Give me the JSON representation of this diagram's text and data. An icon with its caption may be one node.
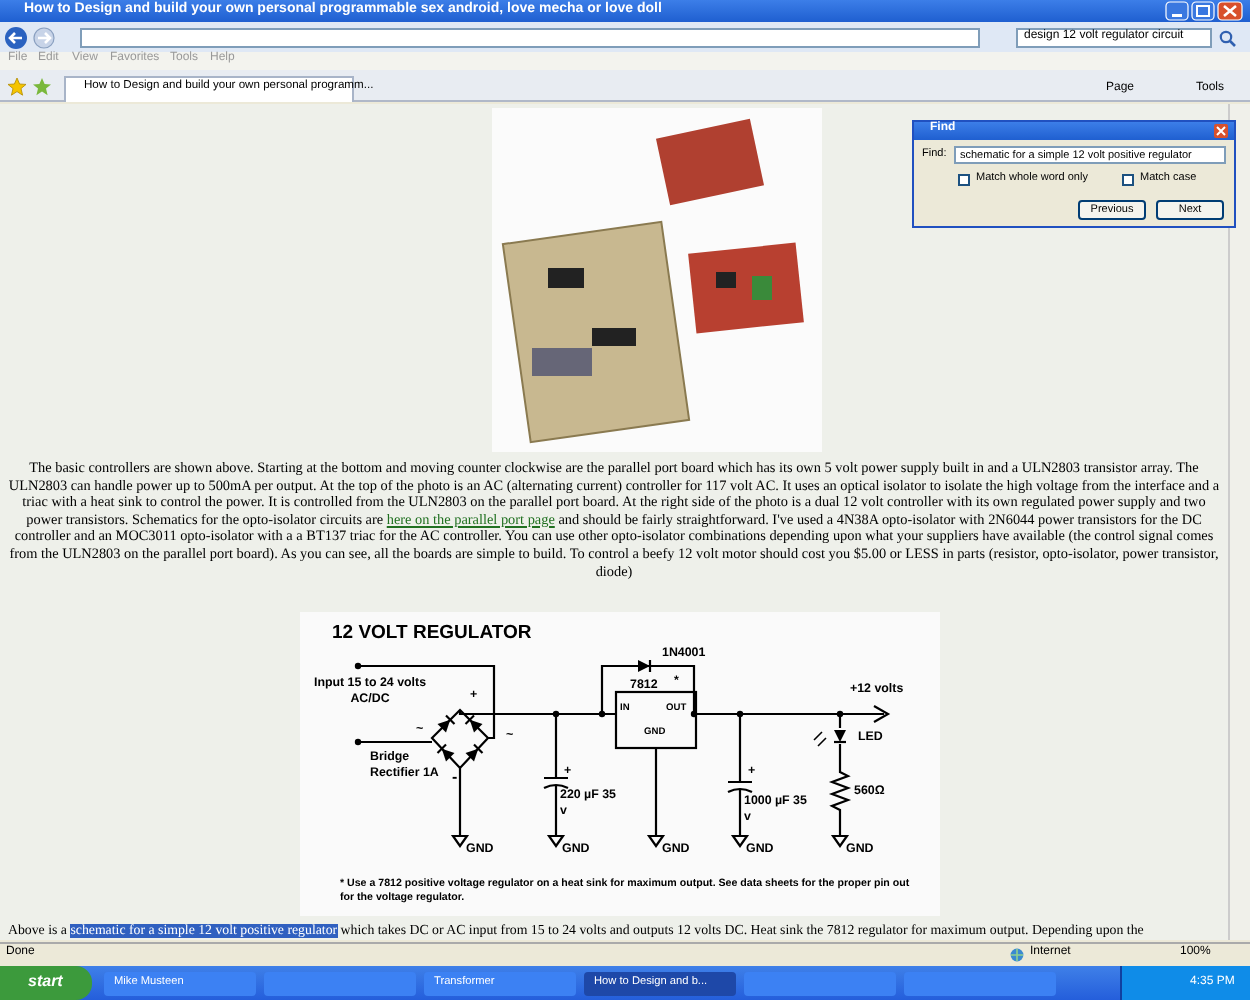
{
  "diagram": {
    "labels": [
      "How to Design and build your own personal programmable sex android, love mecha or love doll",
      "design 12 volt regulator circuit",
      "File",
      "Edit",
      "View",
      "Favorites",
      "Tools",
      "Help",
      "How to Design and build your own personal programm...",
      "Page",
      "Tools",
      "Find",
      "Find:",
      "schematic for a simple 12 volt positive regulator",
      "Match whole word only",
      "Match case",
      "Previous",
      "Next",
      "The basic controllers are shown above. Starting at the bottom and moving counter clockwise are the parallel port board which has its own 5 volt power supply built in and a ULN2803 transistor array. The ULN2803 can handle power up to 500mA per output. At the top of the photo is an AC (alternating current) controller for 117 volt AC. It uses an optical isolator to isolate the high voltage from the interface and a triac with a heat sink to control the power. It is controlled from the ULN2803 on the parallel port board. At the right side of the photo is a dual 12 volt controller with its own regulated power supply and two power transistors. Schematics for the opto-isolator circuits are",
      "here on the parallel port page",
      "and should be fairly straightforward. I've used a 4N38A opto-isolator with 2N6044 power transistors for the DC controller and an MOC3011 opto-isolator with a a BT137 triac for the AC controller. You can use other opto-isolator combinations depending upon what your suppliers have available (the control signal comes from the ULN2803 on the parallel port board). As you can see, all the boards are simple to build. To control a beefy 12 volt motor should cost you $5.00 or LESS in parts (resistor, opto-isolator, power transistor, diode)",
      "12 VOLT REGULATOR",
      "Input 15 to 24 volts AC/DC",
      "+",
      "~",
      "~",
      "-",
      "Bridge Rectifier 1A",
      "1N4001",
      "7812",
      "*",
      "IN",
      "OUT",
      "GND",
      "+",
      "220 µF 35 v",
      "+",
      "1000 µF 35 v",
      "+12 volts",
      "LED",
      "560Ω",
      "GND",
      "GND",
      "GND",
      "GND",
      "GND",
      "* Use a 7812 positive voltage regulator on a heat sink for maximum output. See data sheets for the proper pin out for the voltage regulator.",
      "Above is a",
      "schematic for a simple 12 volt positive regulator",
      "which takes DC or AC input from 15 to 24 volts and outputs 12 volts DC. Heat sink the 7812 regulator for maximum output. Depending upon the",
      "Done",
      "Internet",
      "100%",
      "start",
      "Mike Musteen",
      "Transformer",
      "How to Design and b...",
      "4:35 PM"
    ]
  }
}
